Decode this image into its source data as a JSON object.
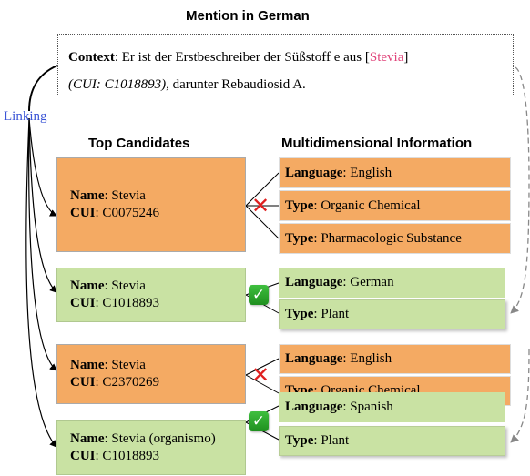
{
  "header": {
    "title": "Mention in German"
  },
  "context": {
    "label": "Context",
    "text_before": ": Er ist der Erstbeschreiber der Süßstoff e aus [",
    "mention": "Stevia",
    "text_after_bracket": "]",
    "cui_note": "(CUI: C1018893)",
    "text_end": ", darunter  Rebaudiosid A."
  },
  "linking_label": "Linking",
  "columns": {
    "candidates": "Top Candidates",
    "info": "Multidimensional Information"
  },
  "candidates": [
    {
      "name_label": "Name",
      "name": ": Stevia",
      "cui_label": "CUI",
      "cui": ": C0075246",
      "match": "cross",
      "info": [
        {
          "label": "Language",
          "value": ": English"
        },
        {
          "label": "Type",
          "value": ": Organic Chemical"
        },
        {
          "label": "Type",
          "value": ": Pharmacologic Substance"
        }
      ]
    },
    {
      "name_label": "Name",
      "name": ": Stevia",
      "cui_label": "CUI",
      "cui": ": C1018893",
      "match": "check",
      "info": [
        {
          "label": "Language",
          "value": ": German"
        },
        {
          "label": "Type",
          "value": ": Plant"
        }
      ]
    },
    {
      "name_label": "Name",
      "name": ": Stevia",
      "cui_label": "CUI",
      "cui": ": C2370269",
      "match": "cross",
      "info": [
        {
          "label": "Language",
          "value": ": English"
        },
        {
          "label": "Type",
          "value": ": Organic Chemical"
        }
      ]
    },
    {
      "name_label": "Name",
      "name": ": Stevia (organismo)",
      "cui_label": "CUI",
      "cui": ": C1018893",
      "match": "check",
      "info": [
        {
          "label": "Language",
          "value": ": Spanish"
        },
        {
          "label": "Type",
          "value": ": Plant"
        }
      ]
    }
  ],
  "colors": {
    "mismatch": "#f4aa63",
    "match": "#c9e2a3",
    "mention": "#e0457b",
    "linking": "#3b55d6",
    "cross": "#e02020",
    "check": "#2aa52a"
  },
  "icons": {
    "mismatch": "cross-mark-icon",
    "match": "check-mark-icon"
  }
}
